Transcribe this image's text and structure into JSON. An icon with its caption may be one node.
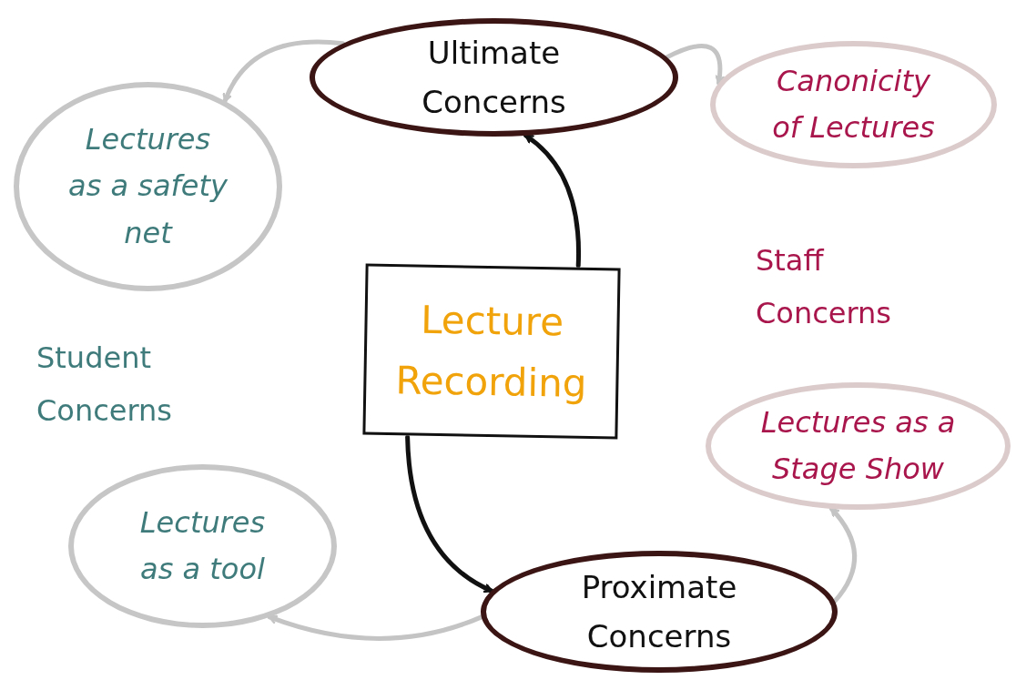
{
  "diagram": {
    "nodes": [
      {
        "text": [
          "Ultimate Concerns"
        ]
      },
      {
        "text": [
          "Canonicity of Lectures"
        ]
      },
      {
        "text": [
          "Lectures as a safety net"
        ]
      },
      {
        "text": [
          "Lecture Recording"
        ]
      },
      {
        "text": [
          "Lectures as a tool"
        ]
      },
      {
        "text": [
          "Lectures as a Stage Show"
        ]
      },
      {
        "text": [
          "Proximate Concerns"
        ]
      }
    ],
    "edges": [
      {
        "from": 3,
        "to": 0,
        "arrow": "to",
        "color": "#111111"
      },
      {
        "from": 3,
        "to": 6,
        "arrow": "to",
        "color": "#111111"
      },
      {
        "from": 0,
        "to": 2,
        "arrow": "to"
      },
      {
        "from": 0,
        "to": 1,
        "arrow": "to"
      },
      {
        "from": 6,
        "to": 4,
        "arrow": "to"
      },
      {
        "from": 6,
        "to": 5,
        "arrow": "to"
      }
    ],
    "labels": [
      "Staff Concerns",
      "Student Concerns"
    ]
  }
}
